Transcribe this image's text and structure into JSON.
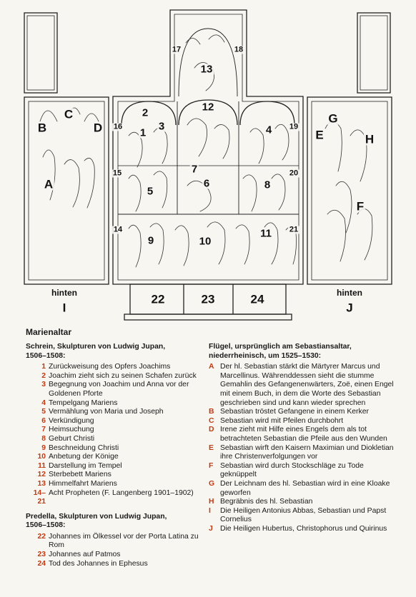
{
  "figure": {
    "panel_labels": [
      "1",
      "2",
      "3",
      "4",
      "5",
      "6",
      "7",
      "8",
      "9",
      "10",
      "11",
      "12",
      "13"
    ],
    "prophet_labels": [
      "14",
      "15",
      "16",
      "17",
      "18",
      "19",
      "20",
      "21"
    ],
    "predella_labels": [
      "22",
      "23",
      "24"
    ],
    "left_wing_letters": [
      "A",
      "B",
      "C",
      "D"
    ],
    "right_wing_letters": [
      "E",
      "F",
      "G",
      "H"
    ],
    "left_back": {
      "caption": "hinten",
      "letter": "I"
    },
    "right_back": {
      "caption": "hinten",
      "letter": "J"
    }
  },
  "title": "Marienaltar",
  "schrein": {
    "heading": [
      "Schrein, Skulpturen von Ludwig Jupan,",
      "1506–1508:"
    ],
    "items": [
      {
        "num": "1",
        "text": "Zurückweisung des Opfers Joachims"
      },
      {
        "num": "2",
        "text": "Joachim zieht sich zu seinen Schafen zurück"
      },
      {
        "num": "3",
        "text": "Begegnung von Joachim und Anna vor der Goldenen Pforte"
      },
      {
        "num": "4",
        "text": "Tempelgang Mariens"
      },
      {
        "num": "5",
        "text": "Vermählung von Maria und Joseph"
      },
      {
        "num": "6",
        "text": "Verkündigung"
      },
      {
        "num": "7",
        "text": "Heimsuchung"
      },
      {
        "num": "8",
        "text": "Geburt Christi"
      },
      {
        "num": "9",
        "text": "Beschneidung Christi"
      },
      {
        "num": "10",
        "text": "Anbetung der Könige"
      },
      {
        "num": "11",
        "text": "Darstellung im Tempel"
      },
      {
        "num": "12",
        "text": "Sterbebett Mariens"
      },
      {
        "num": "13",
        "text": "Himmelfahrt Mariens"
      },
      {
        "num": "14–21",
        "text": "Acht Propheten (F. Langenberg 1901–1902)"
      }
    ]
  },
  "predella": {
    "heading": [
      "Predella, Skulpturen von Ludwig Jupan,",
      "1506–1508:"
    ],
    "items": [
      {
        "num": "22",
        "text": "Johannes im Ölkessel vor der Porta Latina zu Rom"
      },
      {
        "num": "23",
        "text": "Johannes auf Patmos"
      },
      {
        "num": "24",
        "text": "Tod des Johannes in Ephesus"
      }
    ]
  },
  "fluegel": {
    "heading": [
      "Flügel, ursprünglich am Sebastiansaltar,",
      "niederrheinisch, um 1525–1530:"
    ],
    "items": [
      {
        "num": "A",
        "text": "Der hl. Sebastian stärkt die Märtyrer Marcus und Marcellinus. Währenddessen sieht die stumme Gemahlin des Gefangenenwärters, Zoë, einen Engel mit einem Buch, in dem die Worte des Sebastian geschrieben sind und kann wieder sprechen"
      },
      {
        "num": "B",
        "text": "Sebastian tröstet Gefangene in einem Kerker"
      },
      {
        "num": "C",
        "text": "Sebastian wird mit Pfeilen durchbohrt"
      },
      {
        "num": "D",
        "text": "Irene zieht mit Hilfe eines Engels dem als tot betrachteten Sebastian die Pfeile aus den Wunden"
      },
      {
        "num": "E",
        "text": "Sebastian wirft den Kaisern Maximian und Diokletian ihre Christenverfolgungen vor"
      },
      {
        "num": "F",
        "text": "Sebastian wird durch Stockschläge zu Tode geknüppelt"
      },
      {
        "num": "G",
        "text": "Der Leichnam des hl. Sebastian wird in eine Kloake geworfen"
      },
      {
        "num": "H",
        "text": "Begräbnis des hl. Sebastian"
      },
      {
        "num": "I",
        "text": "Die Heiligen Antonius Abbas, Sebastian und Papst Cornelius"
      },
      {
        "num": "J",
        "text": "Die Heiligen Hubertus, Christophorus und Quirinus"
      }
    ]
  },
  "colors": {
    "accent": "#c23a12",
    "ink": "#1a1a1a",
    "paper": "#f7f6f1"
  }
}
